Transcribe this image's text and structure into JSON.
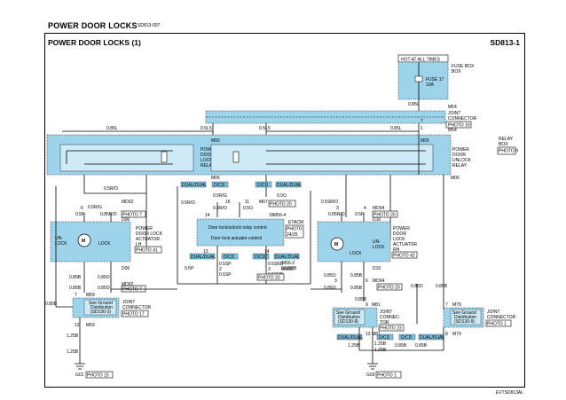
{
  "header": {
    "title": "POWER DOOR LOCKS",
    "code": "SD813-007"
  },
  "diagram": {
    "title": "POWER DOOR LOCKS (1)",
    "code": "SD813-1",
    "footer": "EVTSD813AL"
  },
  "power": {
    "hot": "HOT AT ALL TIMES",
    "fuse_box": "FUSE BOX",
    "fuse": "FUSE 17",
    "amp": "10A"
  },
  "junction": {
    "line1": "JOINT",
    "line2": "CONNECTOR",
    "photo": "PHOTO 16",
    "m54": "M54"
  },
  "relay_box": {
    "line1": "RELAY",
    "line2": "BOX",
    "photo": "PHOTO 9",
    "m05": "M05",
    "m06": "M06"
  },
  "lock_relay": {
    "l1": "POWER",
    "l2": "DOOR",
    "l3": "LOCK",
    "l4": "RELAY"
  },
  "unlock_relay": {
    "l1": "POWER",
    "l2": "DOOR",
    "l3": "UNLOCK",
    "l4": "RELAY"
  },
  "wires": {
    "w085l": "0.85L",
    "w05l": "0.5L",
    "w085l_b": "0.85L",
    "w05l_b": "0.5L",
    "w05ro": "0.5R/O",
    "w05ro_b": "0.5R/O",
    "w05rg": "0.5R/G",
    "w05rg_b": "0.5R/G",
    "w05rg_c": "0.5R/G",
    "w05p": "0.5P",
    "w05p_b": "0.5P",
    "w085ro": "0.85R/O",
    "w085ro_b": "0.85R/O",
    "w05o": "0.5O",
    "w05o_b": "0.5O",
    "w085b": "0.85B",
    "w085b_b": "0.85B",
    "w085b_c": "0.85B",
    "w085b_d": "0.85B",
    "w085b_e": "0.85B",
    "w085b_f": "0.85B",
    "w085b_g": "0.85B",
    "w085b_h": "0.85B",
    "w085o": "0.85O",
    "w085o_b": "0.85O",
    "w085o_c": "0.85O",
    "w125b": "1.25B",
    "w125b_b": "1.25B",
    "w125b_c": "1.25B",
    "w125b_d": "1.25B",
    "w05srb": "0.5SRB",
    "w05srb_b": "0.5SRB",
    "w05sp": "0.5SP",
    "w05sp_b": "0.5SP",
    "w05sp_c": "0.5SP",
    "w05sp_d": "0.5SP",
    "w05srg": "0.5SR/G",
    "w05srg_b": "0.5SR/G",
    "w05so": "0.5SO",
    "w05so_b": "0.5SO",
    "w05sro": "0.5SR/O",
    "w05sro_b": "0.5SR/O"
  },
  "tags": {
    "dual": "DUAL/DUAL",
    "dcd": "D/CD",
    "dcd2": "D/CD",
    "dcd3": "D/CD",
    "dual2": "DUAL/DUAL",
    "dual3": "DUAL/DUAL",
    "dcd4": "D/CD",
    "dual4": "DUAL/DUAL",
    "dual5": "DUAL/DUAL",
    "dcd5": "D/CD",
    "dcd6": "D/CD",
    "dual6": "DUAL/DUAL"
  },
  "connectors": {
    "md02": "MD02",
    "md02_photo": "PHOTO 7",
    "d06": "D06",
    "md04": "MD04",
    "md04_photo": "PHOTO 20",
    "d16": "D16",
    "m07": "M07",
    "m07_photo": "PHOTO 20",
    "m564": "M56-4",
    "m562": "M56-2",
    "mm06": "MM06",
    "mm06_photo": "PHOTO 20",
    "m59": "M59",
    "m59_b": "M59",
    "m81": "M81",
    "m81_b": "M81",
    "m79": "M79",
    "m79_b": "M79"
  },
  "driver_actuator": {
    "l1": "POWER",
    "l2": "DOOR LOCK",
    "l3": "ACTUATOR",
    "l4": "LH",
    "photo": "PHOTO 41",
    "unlock": "UN-",
    "unlock2": "LOCK",
    "lock": "LOCK"
  },
  "pass_actuator": {
    "l1": "POWER",
    "l2": "DOOR",
    "l3": "LOCK",
    "l4": "ACTUATOR",
    "l5": "RH",
    "photo": "PHOTO 42",
    "unlock": "UN-",
    "unlock2": "LOCK",
    "lock": "LOCK"
  },
  "etacm": {
    "label": "ETACM",
    "photo": "PHOTO",
    "photo2": "24/25",
    "text1": "Door lock/unlock relay control",
    "text2": "Door lock actuator control"
  },
  "jc_left": {
    "l1": "JOINT",
    "l2": "CONNECTOR",
    "photo": "PHOTO 17",
    "see": "See Ground",
    "see2": "Distribution",
    "see3": "(SD130-2)"
  },
  "jc_mid": {
    "l1": "JOINT",
    "l2": "CONNEC-",
    "l3": "TOR",
    "photo": "PHOTO 23",
    "see": "See Ground",
    "see2": "Distribution",
    "see3": "(SD130-8)"
  },
  "jc_right": {
    "l1": "JOINT",
    "l2": "CONNECTOR",
    "photo": "PHOTO 1",
    "see": "See Ground",
    "see2": "Distribution",
    "see3": "(SD130-9)"
  },
  "grounds": {
    "g01": "G01",
    "g01_photo": "PHOTO 15",
    "g03": "G03",
    "g03_photo": "PHOTO 1"
  },
  "pins": {
    "p5a": "5",
    "p5b": "5",
    "p1": "1",
    "p3": "3",
    "p6": "6",
    "p4": "4",
    "p7": "7",
    "p8": "8",
    "p3b": "3",
    "p6b": "6",
    "p3c": "3",
    "p4b": "4",
    "p16": "16",
    "p11": "11",
    "p14": "14",
    "p13": "13",
    "p14b": "14",
    "p15": "15",
    "p2": "2",
    "p3d": "3",
    "p1b": "1",
    "p10": "10",
    "p12": "12",
    "p7b": "7",
    "p9": "9",
    "p13b": "13",
    "p5c": "5",
    "p8b": "8",
    "p6c": "6",
    "p6d": "6",
    "p7c": "7",
    "p8c": "8",
    "p1c": "1",
    "p2b": "2",
    "p4c": "4",
    "p5d": "5",
    "p9b": "9",
    "p2c": "2",
    "p4d": "4",
    "p5e": "5"
  }
}
